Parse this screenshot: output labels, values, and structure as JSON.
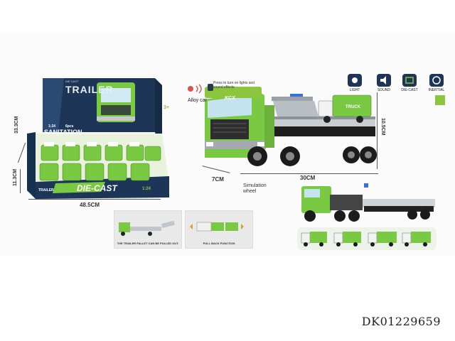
{
  "box": {
    "title_top": "TRAILER",
    "sub_small": "DIE CAST",
    "scale": "1:24",
    "count": "6pcs",
    "series": "SANITATION",
    "age": "3+",
    "brand_bottom": "TRAILER",
    "diecast_label": "DIE-CAST",
    "scale_bottom": "1:24"
  },
  "dimensions": {
    "box_depth": "33.3CM",
    "box_height": "11.3CM",
    "box_width": "48.5CM",
    "truck_height": "10.5CM",
    "truck_length": "30CM",
    "wheel_width": "7CM"
  },
  "callouts": {
    "lights_note": "Press to turn on lights and sound effects",
    "alloy_car": "Alloy car",
    "simulation_wheel": "Simulation wheel"
  },
  "truck": {
    "cab_logo": "KCX",
    "tank_label": "TRUCK"
  },
  "features": [
    {
      "label": "LIGHT",
      "icon": "light-icon"
    },
    {
      "label": "SOUND",
      "icon": "sound-icon"
    },
    {
      "label": "DIE-CAST",
      "icon": "die-cast-icon"
    },
    {
      "label": "INERTIAL",
      "icon": "inertial-icon"
    }
  ],
  "panels": {
    "left_caption": "THE TRAILER PALLET CAN BE PULLED OUT.",
    "right_caption": "PULL BACK FUNCTION"
  },
  "sku": "DK01229659",
  "colors": {
    "truck_green": "#7ac943",
    "box_navy": "#1d3557",
    "accent_green": "#8cc63f"
  }
}
